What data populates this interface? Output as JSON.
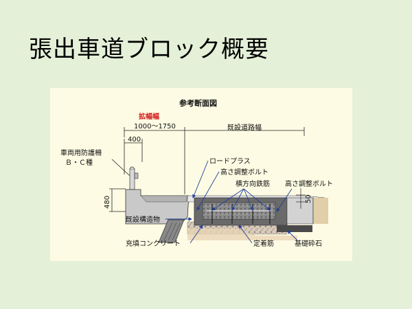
{
  "slide": {
    "title": "張出車道ブロック概要"
  },
  "figure": {
    "caption": "参考断面図",
    "labels": {
      "expansion_width": "拡幅幅",
      "expansion_range": "1000～1750",
      "existing_road_width": "既設道路幅",
      "dim_400": "400",
      "dim_480": "480",
      "dim_50": "50",
      "guard_fence": "車両用防護柵",
      "guard_class": "Ｂ・Ｃ種",
      "road_plus": "ロードプラス",
      "adjust_bolt_1": "高さ調整ボルト",
      "transverse_rebar": "横方向鉄筋",
      "adjust_bolt_2": "高さ調整ボルト",
      "existing_structure": "既設構造物",
      "fill_concrete": "充填コンクリート",
      "anchor_rebar": "定着筋",
      "base_gravel": "基礎砕石"
    },
    "colors": {
      "accent_red": "#d21e1e",
      "leader_blue": "#1f3f9c",
      "block_gray": "#c9c9c9",
      "dark_gray": "#6a6a6a",
      "gravel": "#cfc3b5"
    }
  }
}
